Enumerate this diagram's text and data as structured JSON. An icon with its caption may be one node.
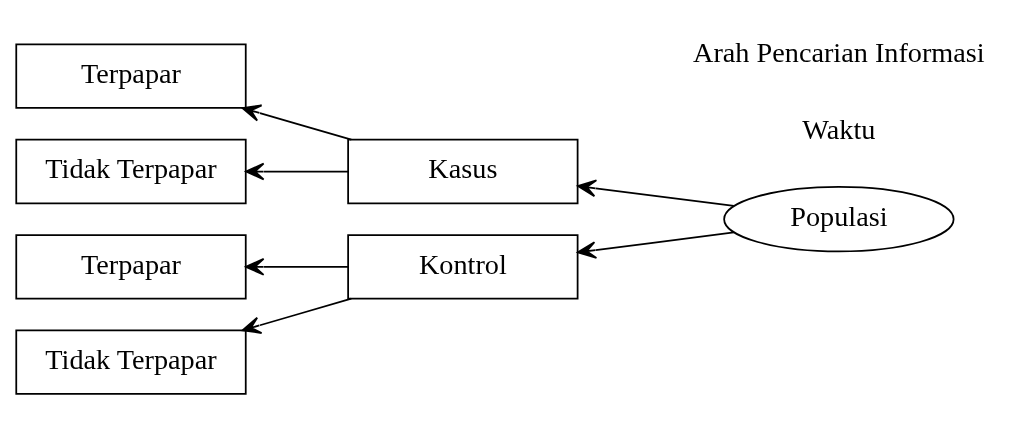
{
  "diagram": {
    "nodes": [
      {
        "text": [
          "Terpapar"
        ]
      },
      {
        "text": [
          "Tidak Terpapar"
        ]
      },
      {
        "text": [
          "Kasus"
        ]
      },
      {
        "text": [
          "Terpapar"
        ]
      },
      {
        "text": [
          "Tidak Terpapar"
        ]
      },
      {
        "text": [
          "Kontrol"
        ]
      },
      {
        "text": [
          "Populasi"
        ]
      }
    ],
    "edges": [
      {
        "from": 6,
        "to": 2,
        "arrow": "to"
      },
      {
        "from": 6,
        "to": 5,
        "arrow": "to"
      },
      {
        "from": 2,
        "to": 0,
        "arrow": "to"
      },
      {
        "from": 2,
        "to": 1,
        "arrow": "to"
      },
      {
        "from": 5,
        "to": 3,
        "arrow": "to"
      },
      {
        "from": 5,
        "to": 4,
        "arrow": "to"
      }
    ],
    "labels": [
      "Waktu",
      "Arah Pencarian Informasi"
    ]
  }
}
